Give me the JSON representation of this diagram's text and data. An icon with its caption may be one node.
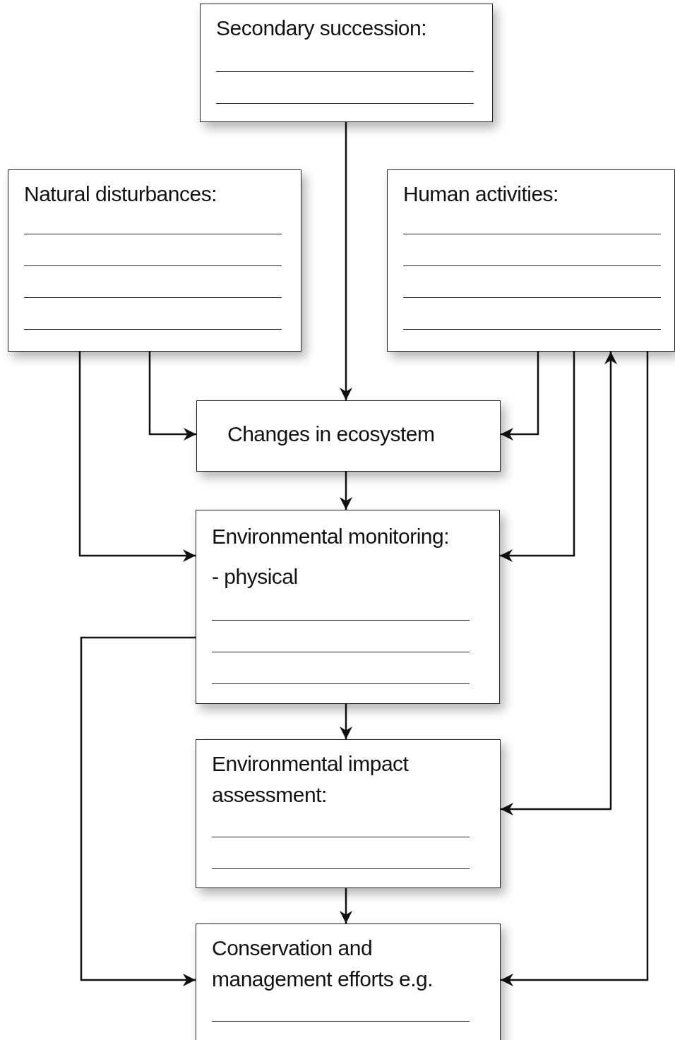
{
  "diagram": {
    "nodes": [
      {
        "text": [
          "Secondary succession:"
        ]
      },
      {
        "text": [
          "Natural disturbances:"
        ]
      },
      {
        "text": [
          "Human activities:"
        ]
      },
      {
        "text": [
          "Changes in ecosystem"
        ]
      },
      {
        "text": [
          "Environmental monitoring:",
          "- physical"
        ]
      },
      {
        "text": [
          "Environmental impact assessment:"
        ]
      },
      {
        "text": [
          "Conservation and management efforts e.g."
        ]
      }
    ],
    "edges": [
      {
        "from": 0,
        "to": 3,
        "arrow": "to"
      },
      {
        "from": 1,
        "to": 3,
        "arrow": "to"
      },
      {
        "from": 1,
        "to": 4,
        "arrow": "to"
      },
      {
        "from": 2,
        "to": 3,
        "arrow": "to"
      },
      {
        "from": 2,
        "to": 4,
        "arrow": "to"
      },
      {
        "from": 2,
        "to": 5,
        "arrow": "both"
      },
      {
        "from": 2,
        "to": 6,
        "arrow": "to"
      },
      {
        "from": 3,
        "to": 4,
        "arrow": "to"
      },
      {
        "from": 4,
        "to": 5,
        "arrow": "to"
      },
      {
        "from": 4,
        "to": 6,
        "arrow": "to"
      },
      {
        "from": 5,
        "to": 6,
        "arrow": "to"
      }
    ]
  }
}
